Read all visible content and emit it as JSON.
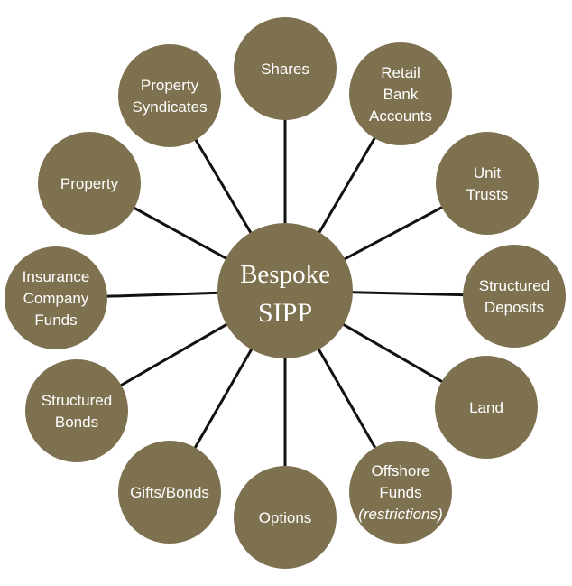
{
  "colors": {
    "node_fill": "#7e7150",
    "text": "#ffffff",
    "connector": "#111111",
    "background": "#ffffff"
  },
  "center": {
    "lines": [
      "Bespoke",
      "SIPP"
    ]
  },
  "nodes": [
    {
      "id": "shares",
      "lines": [
        "Shares"
      ]
    },
    {
      "id": "retail-bank-accounts",
      "lines": [
        "Retail",
        "Bank",
        "Accounts"
      ]
    },
    {
      "id": "unit-trusts",
      "lines": [
        "Unit",
        "Trusts"
      ]
    },
    {
      "id": "structured-deposits",
      "lines": [
        "Structured",
        "Deposits"
      ]
    },
    {
      "id": "land",
      "lines": [
        "Land"
      ]
    },
    {
      "id": "offshore-funds",
      "lines": [
        "Offshore",
        "Funds"
      ],
      "note": "(restrictions)"
    },
    {
      "id": "options",
      "lines": [
        "Options"
      ]
    },
    {
      "id": "gifts-bonds",
      "lines": [
        "Gifts/Bonds"
      ]
    },
    {
      "id": "structured-bonds",
      "lines": [
        "Structured",
        "Bonds"
      ]
    },
    {
      "id": "insurance-company-funds",
      "lines": [
        "Insurance",
        "Company",
        "Funds"
      ]
    },
    {
      "id": "property",
      "lines": [
        "Property"
      ]
    },
    {
      "id": "property-syndicates",
      "lines": [
        "Property",
        "Syndicates"
      ]
    }
  ]
}
